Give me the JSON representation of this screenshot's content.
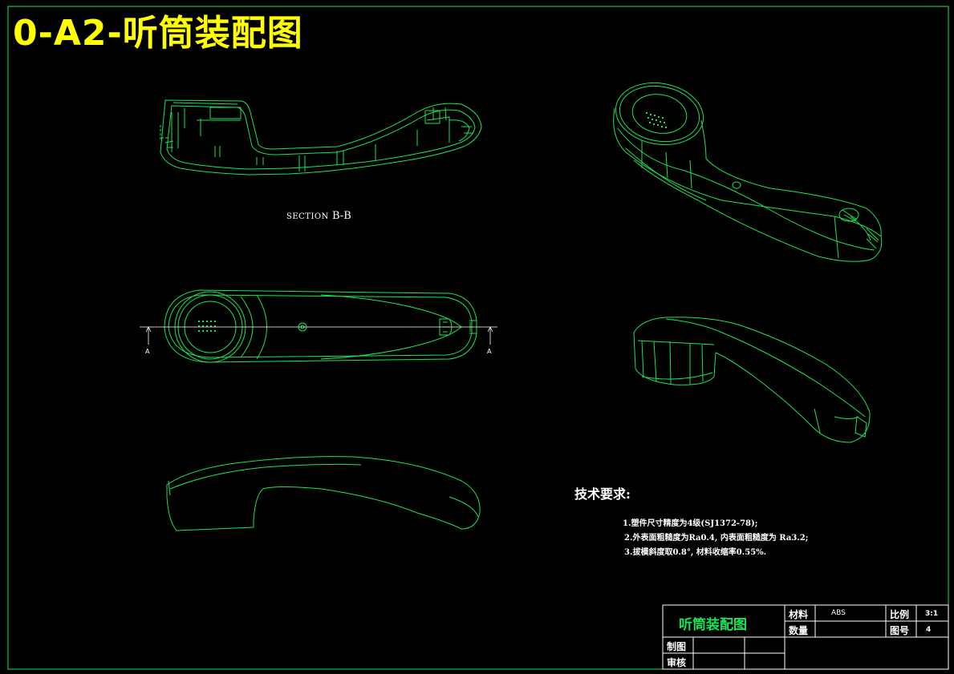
{
  "drawing_title": "0-A2-听筒装配图",
  "section_label_small": "SECTION",
  "section_label": "B-B",
  "section_marker_left": "A",
  "section_marker_right": "A",
  "technical_requirements": {
    "heading": "技术要求:",
    "items": [
      "1.塑件尺寸精度为4级(SJ1372-78);",
      "2.外表面粗糙度为Ra0.4, 内表面粗糙度为 Ra3.2;",
      "3.拔模斜度取0.8°, 材料收缩率0.55%."
    ]
  },
  "title_block": {
    "name": "听筒装配图",
    "material_label": "材料",
    "material_value": "ABS",
    "scale_label": "比例",
    "scale_value": "3:1",
    "quantity_label": "数量",
    "quantity_value": "",
    "drawing_no_label": "图号",
    "drawing_no_value": "4",
    "drawn_by_label": "制图",
    "checked_by_label": "审核"
  },
  "colors": {
    "background": "#000000",
    "outline": "#19e35a",
    "title": "#ffff00",
    "text": "#ffffff"
  }
}
